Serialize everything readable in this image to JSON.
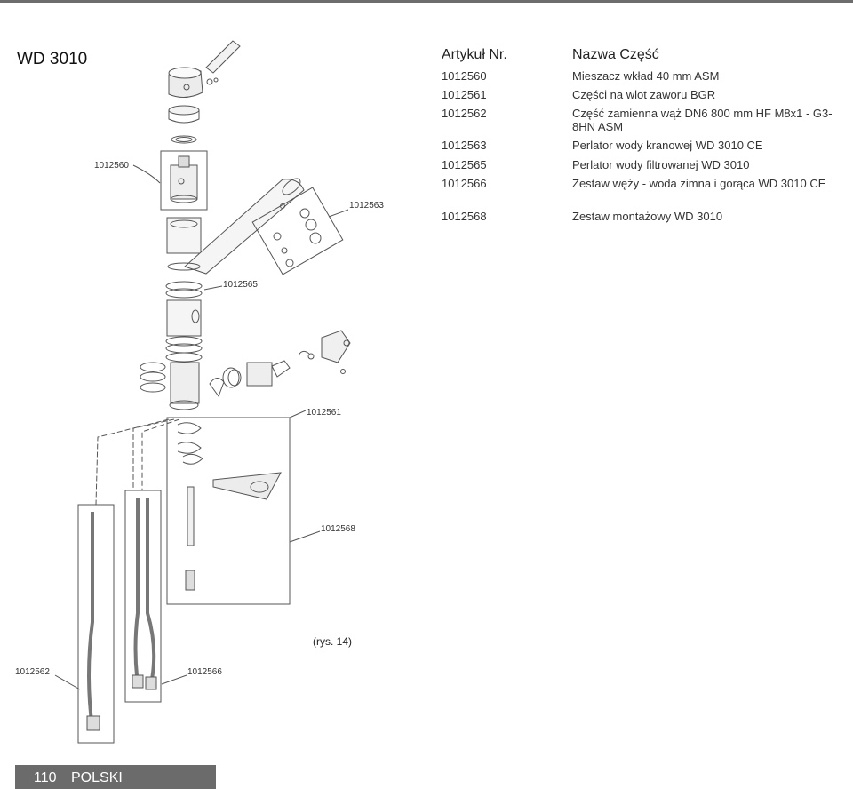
{
  "model": "WD 3010",
  "table": {
    "header_no": "Artykuł Nr.",
    "header_name": "Nazwa Część",
    "rows": [
      {
        "no": "1012560",
        "name": "Mieszacz wkład 40 mm ASM"
      },
      {
        "no": "1012561",
        "name": "Części na wlot zaworu BGR"
      },
      {
        "no": "1012562",
        "name": "Część zamienna wąż DN6 800 mm HF M8x1 - G3-8HN ASM"
      },
      {
        "no": "1012563",
        "name": "Perlator wody kranowej WD 3010 CE"
      },
      {
        "no": "1012565",
        "name": "Perlator wody filtrowanej WD 3010"
      },
      {
        "no": "1012566",
        "name": "Zestaw węży - woda zimna i gorąca WD 3010 CE"
      },
      {
        "no": "1012568",
        "name": "Zestaw montażowy WD 3010"
      }
    ]
  },
  "callouts": {
    "c1012560": "1012560",
    "c1012563": "1012563",
    "c1012565": "1012565",
    "c1012561": "1012561",
    "c1012568": "1012568",
    "c1012562": "1012562",
    "c1012566": "1012566"
  },
  "figure_caption": "(rys. 14)",
  "footer": {
    "page": "110",
    "language": "POLSKI"
  },
  "colors": {
    "accent_gray": "#6b6b6b",
    "line": "#555555"
  }
}
